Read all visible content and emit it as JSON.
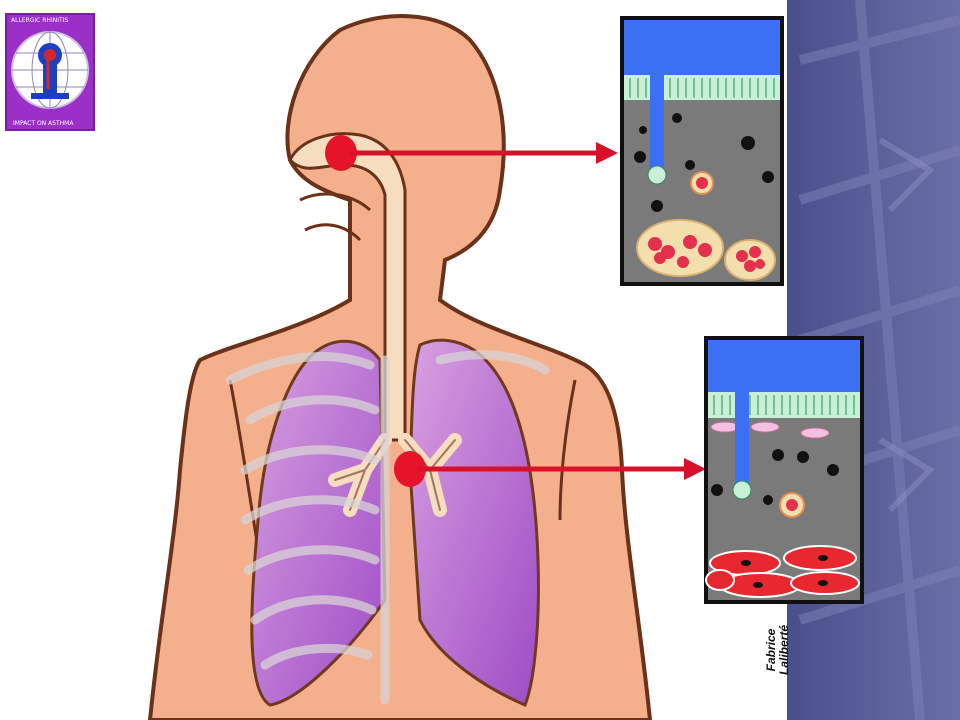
{
  "logo": {
    "text_top": "ALLERGIC RHINITIS",
    "text_bottom": "IMPACT ON ASTHMA",
    "colors": {
      "background": "#9b2fc7",
      "globe": "#ffffff",
      "figure": "#1e3fbf",
      "accent": "#d6272b"
    }
  },
  "credit": {
    "line1": "Fabrice",
    "line2": "Laliberté"
  },
  "colors": {
    "skin": "#f4b08d",
    "outline": "#6b3219",
    "airway": "#f6ddc0",
    "lung": "#b46ad6",
    "skeleton": "#d9d3d6",
    "marker": "#e5142a",
    "arrow": "#d8102a",
    "panel_border": "#111111",
    "lumen": "#3b6ff4",
    "tissue": "#7a7a7a",
    "epithelium": "#c8f0d8",
    "vessel": "#f3dfae",
    "muscle": "#e8282e",
    "side_panel": "#5b5f99"
  },
  "callouts": [
    {
      "id": "nose",
      "target": "upper-airway-panel"
    },
    {
      "id": "lung",
      "target": "lower-airway-panel"
    }
  ]
}
